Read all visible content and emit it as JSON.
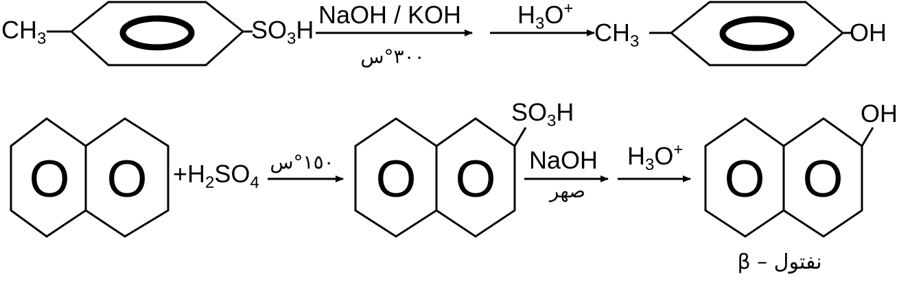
{
  "reaction1": {
    "reactant": {
      "left_group_main": "CH",
      "left_group_sub": "3",
      "right_group_main": "SO",
      "right_group_sub": "3",
      "right_group_tail": "H"
    },
    "step1": {
      "reagent": "NaOH / KOH",
      "condition": "٣٠٠°س"
    },
    "step2": {
      "reagent_main": "H",
      "reagent_sub": "3",
      "reagent_tail": "O",
      "reagent_sup": "+"
    },
    "product": {
      "left_group_main": "CH",
      "left_group_sub": "3",
      "right_group": "OH"
    }
  },
  "reaction2": {
    "reactant": {
      "ring_left": "O",
      "ring_right": "O"
    },
    "reagent": {
      "prefix": "+H",
      "sub1": "2",
      "mid": "SO",
      "sub2": "4"
    },
    "step1": {
      "condition": "١٥٠°س"
    },
    "intermediate": {
      "ring_left": "O",
      "ring_right": "O",
      "group_main": "SO",
      "group_sub": "3",
      "group_tail": "H"
    },
    "step2": {
      "reagent": "NaOH",
      "condition": "صهر"
    },
    "step3": {
      "reagent_main": "H",
      "reagent_sub": "3",
      "reagent_tail": "O",
      "reagent_sup": "+"
    },
    "product": {
      "ring_left": "O",
      "ring_right": "O",
      "group": "OH",
      "name": "β – نفتول"
    }
  }
}
